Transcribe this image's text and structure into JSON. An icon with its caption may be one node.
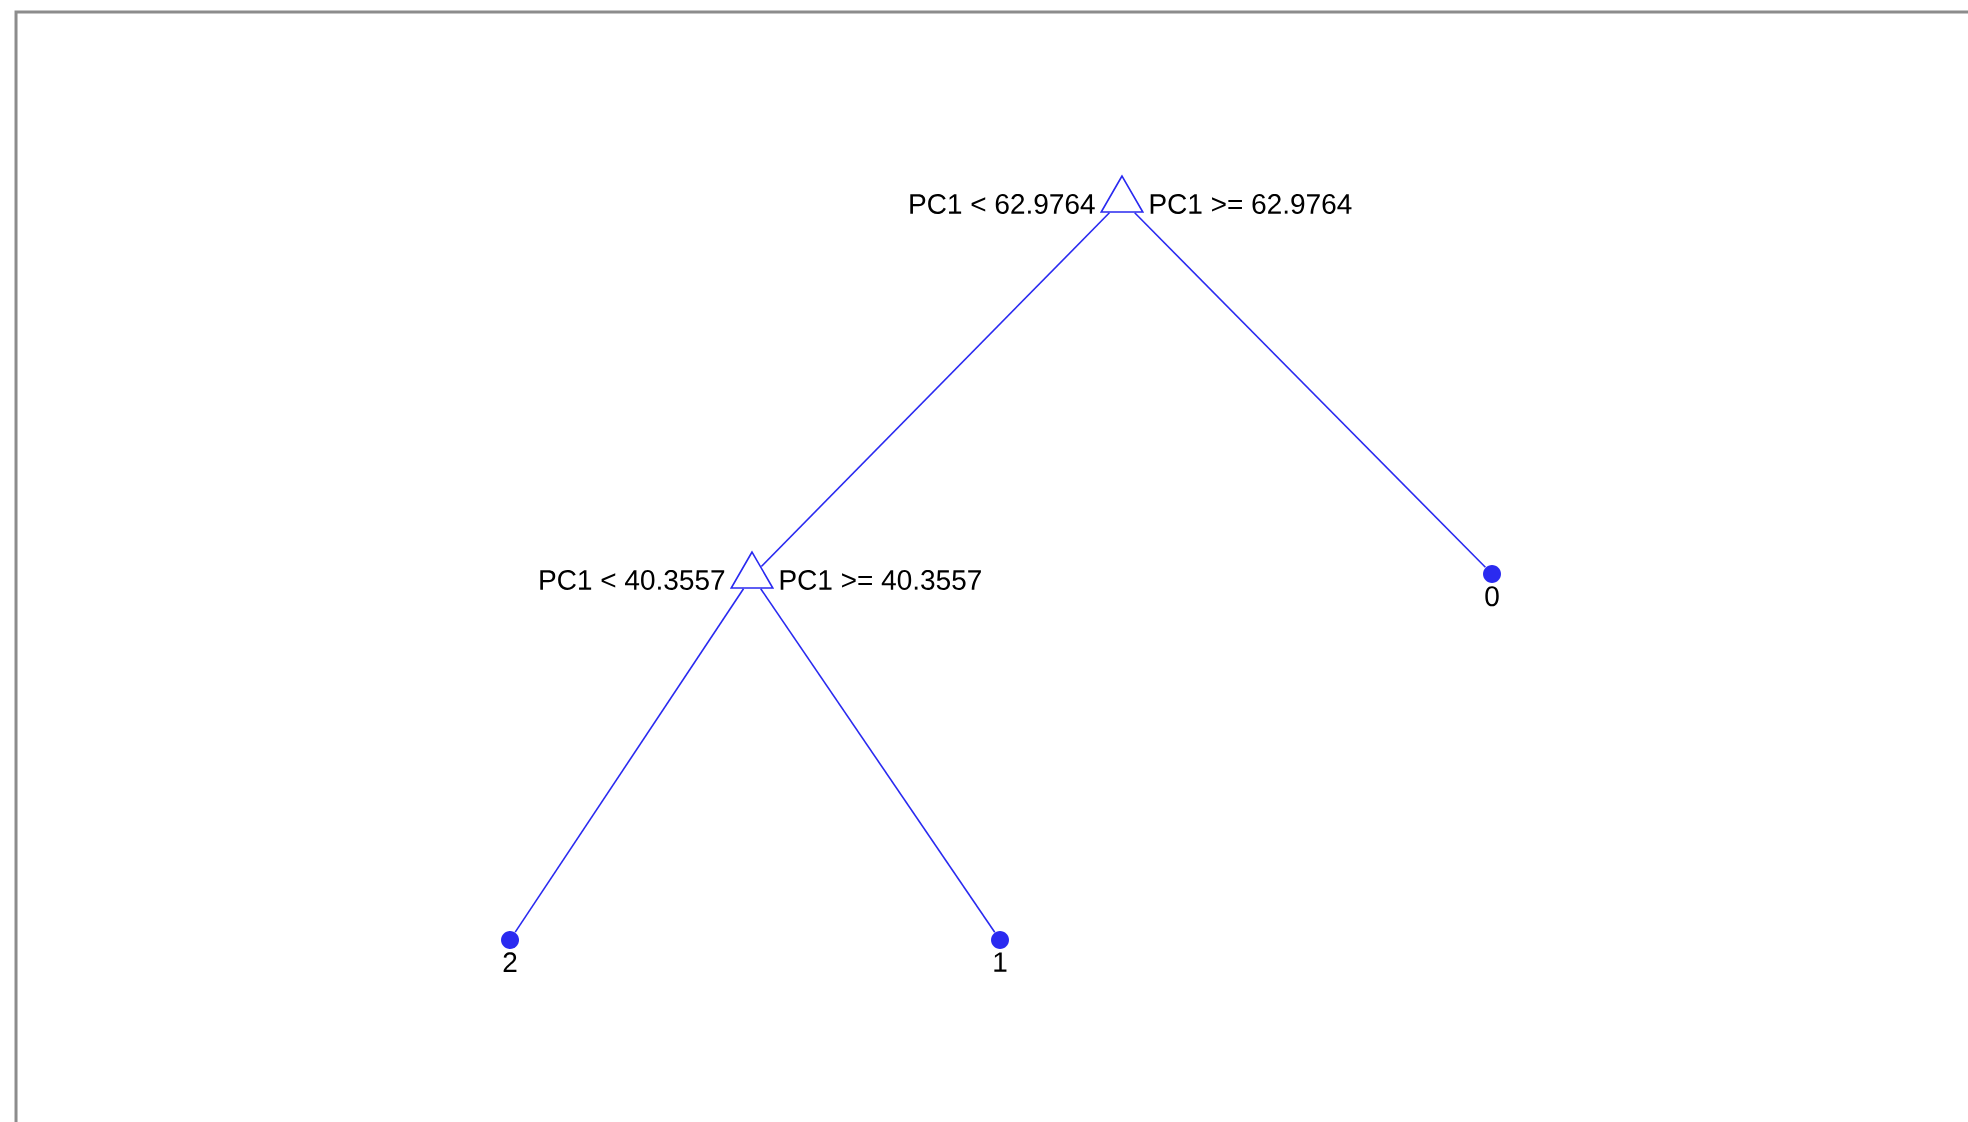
{
  "diagram": {
    "nodes": [
      {
        "text": [],
        "shape": "triangle",
        "beside": [
          "PC1 < 62.9764",
          "PC1 >= 62.9764"
        ]
      },
      {
        "text": [],
        "shape": "triangle",
        "beside": [
          "PC1 < 40.3557",
          "PC1 >= 40.3557"
        ]
      },
      {
        "text": [],
        "shape": "circle",
        "beside": [
          "0"
        ]
      },
      {
        "text": [],
        "shape": "circle",
        "beside": [
          "2"
        ]
      },
      {
        "text": [],
        "shape": "circle",
        "beside": [
          "1"
        ]
      }
    ],
    "edges": [
      {
        "from": 0,
        "to": 1,
        "arrow": "none"
      },
      {
        "from": 0,
        "to": 2,
        "arrow": "none"
      },
      {
        "from": 1,
        "to": 3,
        "arrow": "none"
      },
      {
        "from": 1,
        "to": 4,
        "arrow": "none"
      }
    ]
  }
}
